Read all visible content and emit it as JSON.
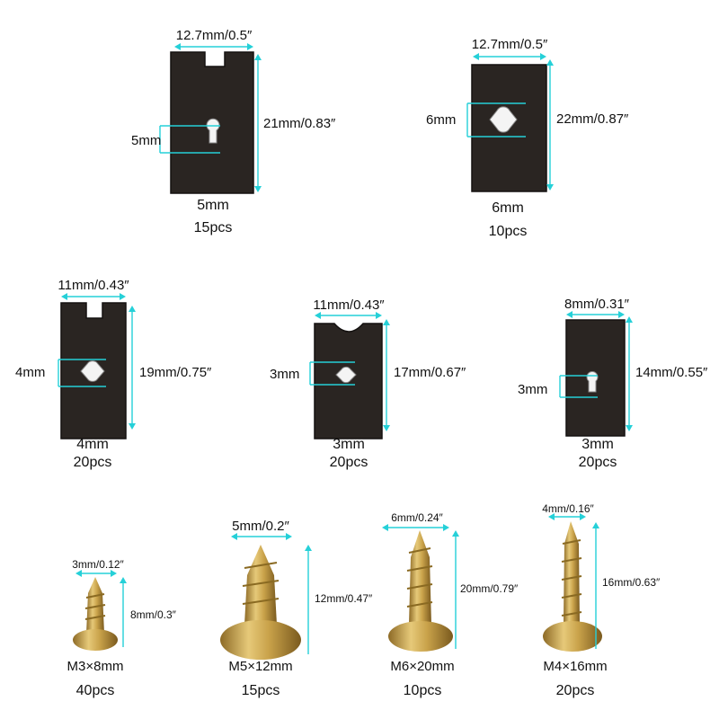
{
  "clips": [
    {
      "width": "12.7mm/0.5″",
      "height": "21mm/0.83″",
      "hole": "5mm",
      "size": "5mm",
      "qty": "15pcs"
    },
    {
      "width": "12.7mm/0.5″",
      "height": "22mm/0.87″",
      "hole": "6mm",
      "size": "6mm",
      "qty": "10pcs"
    },
    {
      "width": "11mm/0.43″",
      "height": "19mm/0.75″",
      "hole": "4mm",
      "size": "4mm",
      "qty": "20pcs"
    },
    {
      "width": "11mm/0.43″",
      "height": "17mm/0.67″",
      "hole": "3mm",
      "size": "3mm",
      "qty": "20pcs"
    },
    {
      "width": "8mm/0.31″",
      "height": "14mm/0.55″",
      "hole": "3mm",
      "size": "3mm",
      "qty": "20pcs"
    }
  ],
  "screws": [
    {
      "width": "3mm/0.12″",
      "height": "8mm/0.3″",
      "size": "M3×8mm",
      "qty": "40pcs"
    },
    {
      "width": "5mm/0.2″",
      "height": "12mm/0.47″",
      "size": "M5×12mm",
      "qty": "15pcs"
    },
    {
      "width": "6mm/0.24″",
      "height": "20mm/0.79″",
      "size": "M6×20mm",
      "qty": "10pcs"
    },
    {
      "width": "4mm/0.16″",
      "height": "16mm/0.63″",
      "size": "M4×16mm",
      "qty": "20pcs"
    }
  ],
  "colors": {
    "dimension": "#25d0d8",
    "clip": "#2a2522",
    "screw": "#c9a24a"
  }
}
